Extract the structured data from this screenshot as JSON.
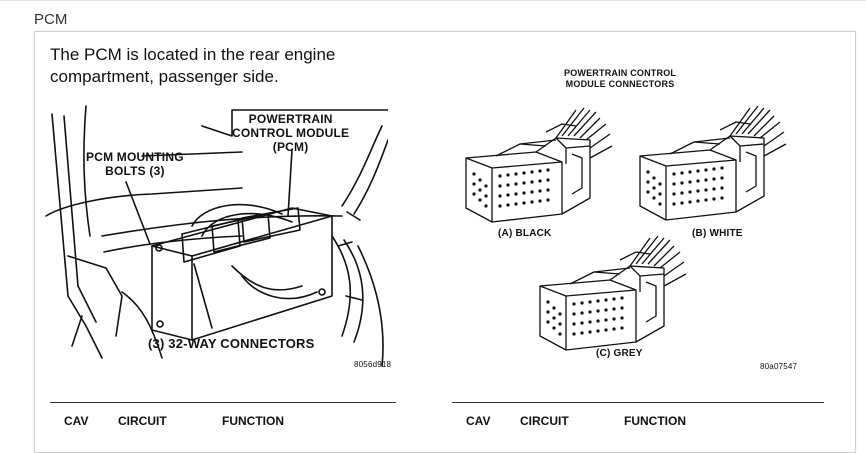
{
  "section_title": "PCM",
  "intro_text": "The PCM is located in the rear engine compartment, passenger side.",
  "left_figure": {
    "callout_module": [
      "POWERTRAIN",
      "CONTROL MODULE",
      "(PCM)"
    ],
    "callout_bolts": [
      "PCM MOUNTING",
      "BOLTS (3)"
    ],
    "callout_connectors": "(3) 32-WAY CONNECTORS",
    "figure_code": "8056d918"
  },
  "right_figure": {
    "title": [
      "POWERTRAIN CONTROL",
      "MODULE CONNECTORS"
    ],
    "connector_a": "(A) BLACK",
    "connector_b": "(B) WHITE",
    "connector_c": "(C) GREY",
    "figure_code": "80a07547"
  },
  "tables": [
    {
      "columns": [
        "CAV",
        "CIRCUIT",
        "FUNCTION"
      ]
    },
    {
      "columns": [
        "CAV",
        "CIRCUIT",
        "FUNCTION"
      ]
    }
  ]
}
